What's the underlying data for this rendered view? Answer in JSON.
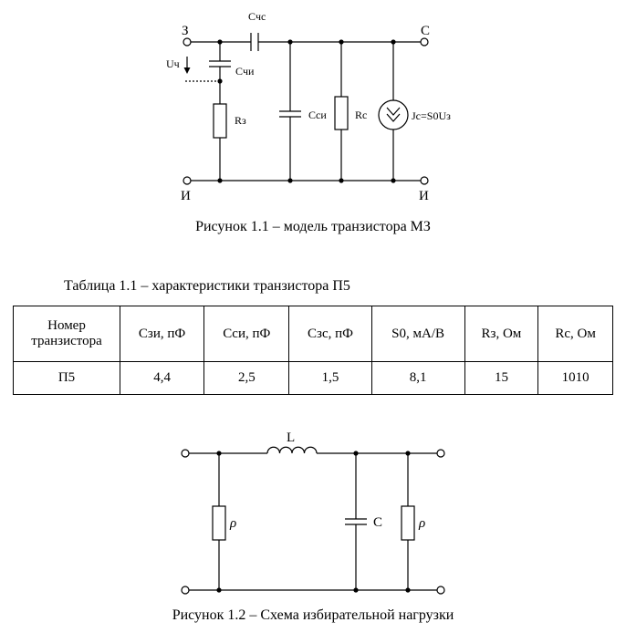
{
  "figure1": {
    "caption": "Рисунок 1.1 – модель транзистора МЗ",
    "labels": {
      "gate": "З",
      "drain": "С",
      "source_left": "И",
      "source_right": "И",
      "c_gd": "Cчс",
      "c_gs": "Cчи",
      "u_gs": "Uч",
      "r_gate": "Rз",
      "c_ds": "Cси",
      "r_d": "Rс",
      "current_source": "Jс=S0Uз"
    }
  },
  "table": {
    "caption": "Таблица 1.1 – характеристики транзистора П5",
    "header_number_line1": "Номер",
    "header_number_line2": "транзистора",
    "header_czi": "Cзи, пФ",
    "header_csi": "Cси, пФ",
    "header_czs": "Cзс, пФ",
    "header_s0": "S0, мА/В",
    "header_rz": "Rз, Ом",
    "header_rc": "Rс, Ом",
    "row": {
      "number": "П5",
      "czi": "4,4",
      "csi": "2,5",
      "czs": "1,5",
      "s0": "8,1",
      "rz": "15",
      "rc": "1010"
    }
  },
  "figure2": {
    "caption": "Рисунок 1.2 – Схема избирательной нагрузки",
    "labels": {
      "inductor": "L",
      "rho_left": "ρ",
      "capacitor": "C",
      "rho_right": "ρ"
    }
  }
}
